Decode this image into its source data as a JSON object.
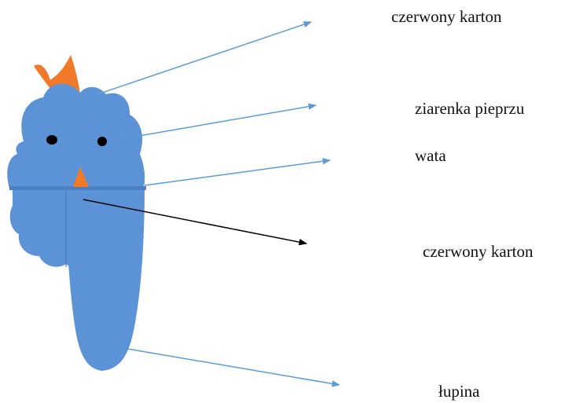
{
  "labels": [
    "czerwony karton",
    "ziarenka pieprzu",
    "wata",
    "czerwony karton",
    "łupina"
  ],
  "colors": {
    "body_fill": "#5b93d6",
    "body_outline": "#4a7fc0",
    "comb_fill": "#f07a2a",
    "beak_fill": "#f07a2a",
    "eye_fill": "#000000",
    "arrow_blue": "#5b9bd5",
    "arrow_black": "#000000",
    "text": "#111111"
  },
  "icons": {
    "comb": "orange-comb",
    "beak": "orange-beak",
    "eyes": "black-dot-eyes"
  }
}
